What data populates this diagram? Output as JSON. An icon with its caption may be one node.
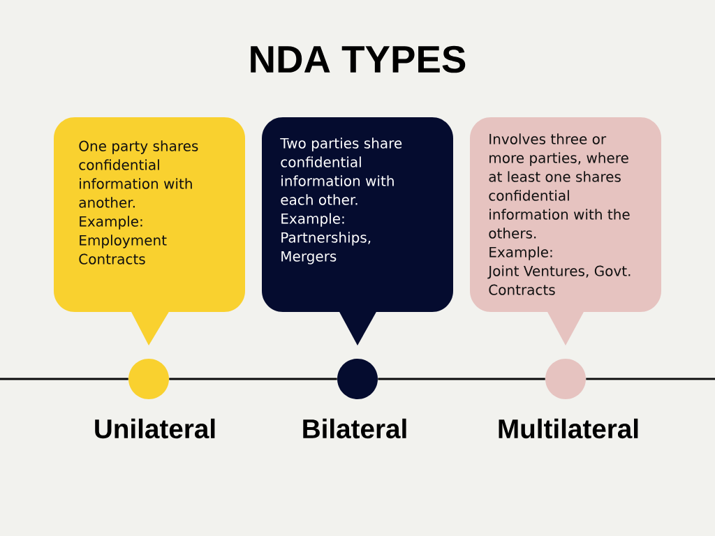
{
  "diagram": {
    "title": "NDA TYPES",
    "nodes": [
      {
        "text": [
          "One party shares confidential information with another.",
          "Example:",
          "Employment Contracts"
        ]
      },
      {
        "text": [
          "Two parties share confidential information with each other.",
          "Example:",
          "Partnerships, Mergers"
        ]
      },
      {
        "text": [
          "Involves three or more parties, where at least one shares confidential information with the others.",
          "Example:",
          "Joint Ventures, Govt. Contracts"
        ]
      },
      {
        "text": [],
        "shape": "circle",
        "beside": [
          "Unilateral"
        ]
      },
      {
        "text": [],
        "shape": "circle",
        "beside": [
          "Bilateral"
        ]
      },
      {
        "text": [],
        "shape": "circle",
        "beside": [
          "Multilateral"
        ]
      }
    ],
    "edges": [
      {
        "from": null,
        "to": 3,
        "arrow": "none"
      },
      {
        "from": 3,
        "to": 4,
        "arrow": "none"
      },
      {
        "from": 4,
        "to": 5,
        "arrow": "none"
      },
      {
        "from": 5,
        "to": null,
        "arrow": "none"
      }
    ]
  }
}
